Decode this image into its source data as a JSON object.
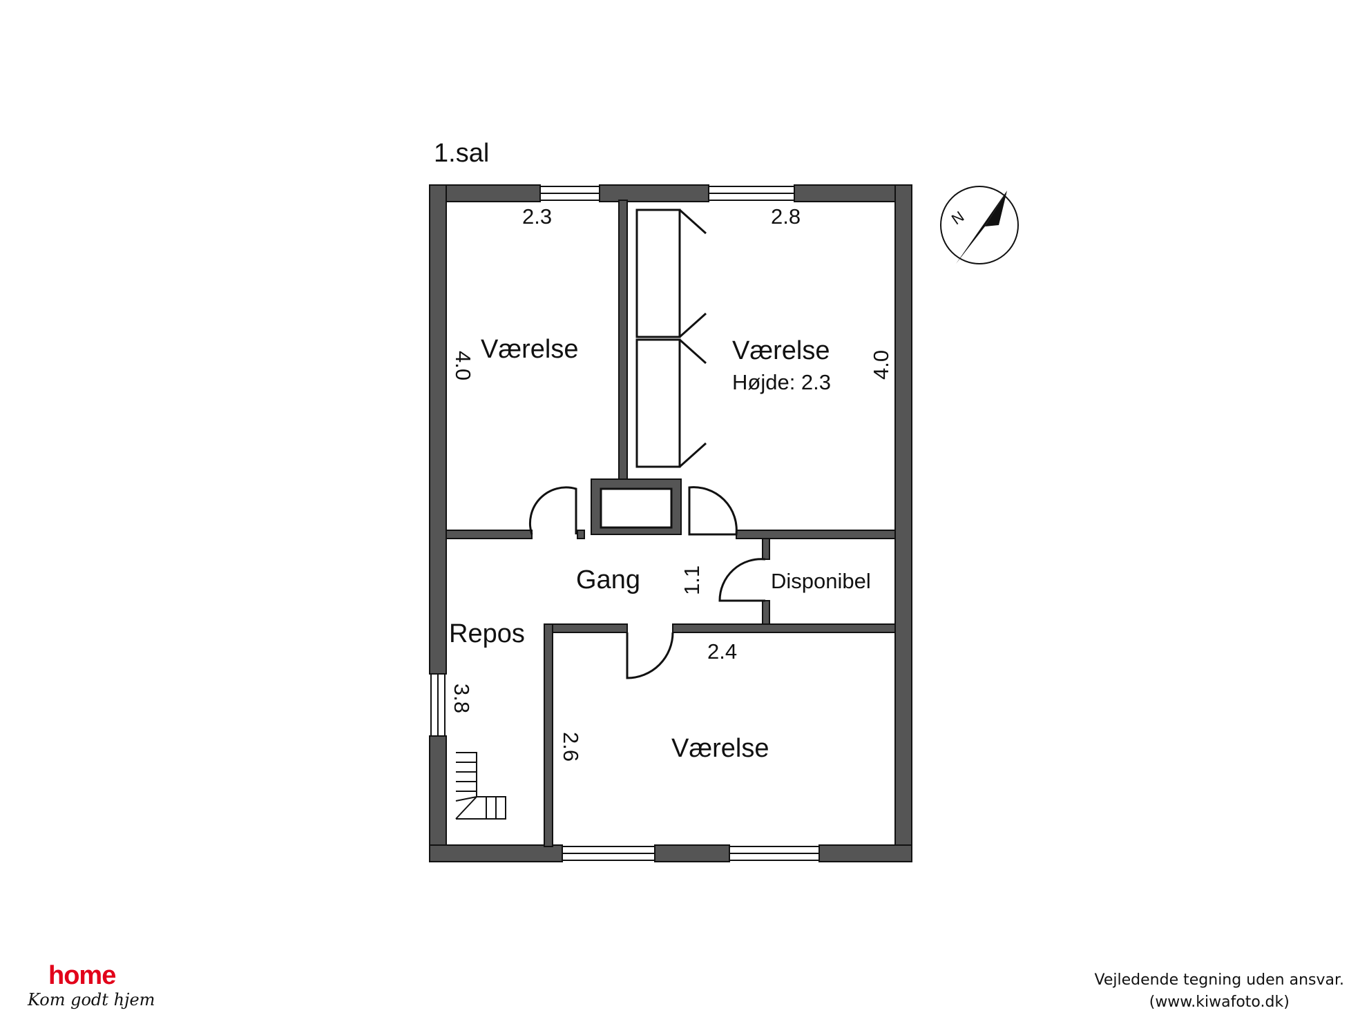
{
  "floor_title": "1.sal",
  "rooms": {
    "room_top_left": {
      "name": "Værelse",
      "width": "2.3",
      "length": "4.0"
    },
    "room_top_right": {
      "name": "Værelse",
      "height_label": "Højde: 2.3",
      "width": "2.8",
      "length": "4.0"
    },
    "hallway": {
      "name": "Gang",
      "dim": "1.1"
    },
    "storage": {
      "name": "Disponibel"
    },
    "landing": {
      "name": "Repos",
      "dim": "3.8"
    },
    "room_bottom": {
      "name": "Værelse",
      "width": "2.4",
      "length": "2.6"
    }
  },
  "compass": {
    "label": "N"
  },
  "brand": {
    "word": "home",
    "tagline": "Kom godt hjem"
  },
  "disclaimer": {
    "line1": "Vejledende tegning uden ansvar.",
    "line2": "(www.kiwafoto.dk)"
  }
}
